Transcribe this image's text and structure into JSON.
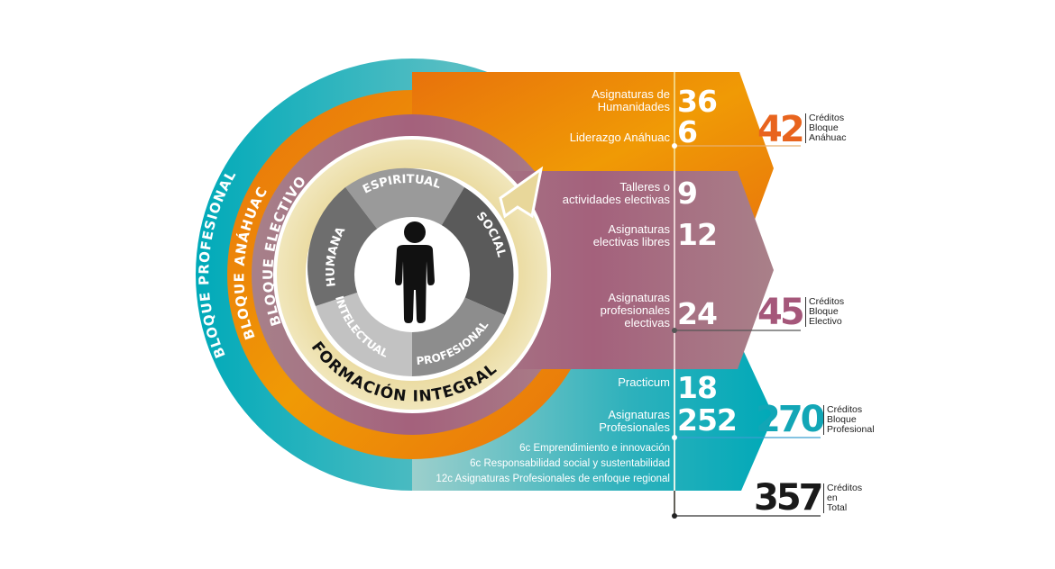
{
  "colors": {
    "teal": "#00a9b8",
    "orange": "#e8720c",
    "orange_light": "#f0a000",
    "mauve": "#a56a82",
    "mauve_light": "#a88088",
    "beige": "#e8d79a",
    "gray_dark": "#5a5a5a",
    "gray_mid": "#8a8a8a",
    "gray_light": "#bdbdbd",
    "total": "#1a1a1a"
  },
  "rings": {
    "profesional": "BLOQUE PROFESIONAL",
    "anahuac": "BLOQUE ANÁHUAC",
    "electivo": "BLOQUE ELECTIVO",
    "formacion": "FORMACIÓN INTEGRAL"
  },
  "cycle": {
    "segments": [
      "ESPIRITUAL",
      "SOCIAL",
      "PROFESIONAL",
      "INTELECTUAL",
      "HUMANA"
    ],
    "center_icon": "person-icon"
  },
  "blocks": {
    "anahuac": {
      "items": [
        {
          "label_line1": "Asignaturas de",
          "label_line2": "Humanidades",
          "value": "36"
        },
        {
          "label_line1": "Liderazgo Anáhuac",
          "label_line2": "",
          "value": "6"
        }
      ],
      "total": "42",
      "caption": [
        "Créditos",
        "Bloque",
        "Anáhuac"
      ]
    },
    "electivo": {
      "items": [
        {
          "label_line1": "Talleres o",
          "label_line2": "actividades electivas",
          "value": "9"
        },
        {
          "label_line1": "Asignaturas",
          "label_line2": "electivas libres",
          "value": "12"
        },
        {
          "label_line1": "Asignaturas",
          "label_line2": "profesionales",
          "label_line3": "electivas",
          "value": "24"
        }
      ],
      "total": "45",
      "caption": [
        "Créditos",
        "Bloque",
        "Electivo"
      ]
    },
    "profesional": {
      "items": [
        {
          "label_line1": "Practicum",
          "label_line2": "",
          "value": "18"
        },
        {
          "label_line1": "Asignaturas",
          "label_line2": "Profesionales",
          "value": "252"
        }
      ],
      "notes": [
        "6c  Emprendimiento e innovación",
        "6c  Responsabilidad social y sustentabilidad",
        "12c  Asignaturas Profesionales de enfoque regional"
      ],
      "total": "270",
      "caption": [
        "Créditos",
        "Bloque",
        "Profesional"
      ]
    }
  },
  "grand_total": {
    "value": "357",
    "caption": [
      "Créditos",
      "en",
      "Total"
    ]
  }
}
